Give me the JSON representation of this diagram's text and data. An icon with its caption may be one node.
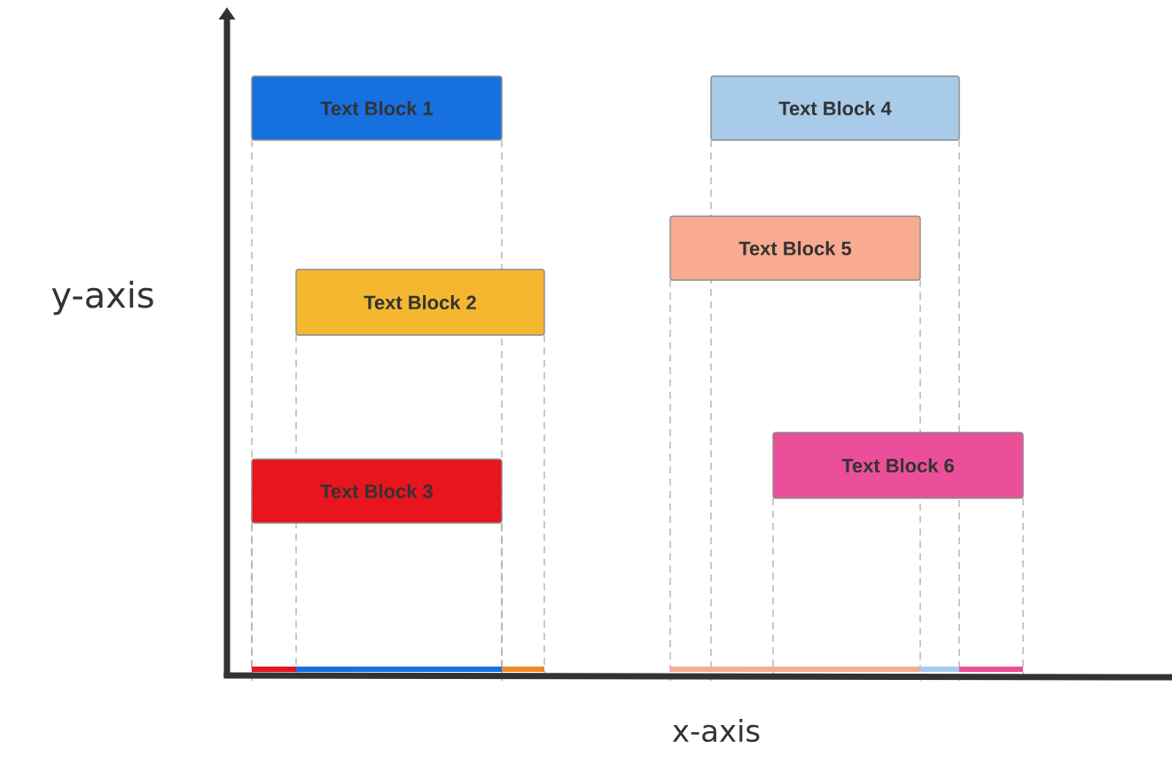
{
  "diagram": {
    "nodes": [
      {
        "text": [
          "Text Block 1"
        ]
      },
      {
        "text": [
          "Text Block 2"
        ]
      },
      {
        "text": [
          "Text Block 3"
        ]
      },
      {
        "text": [
          "Text Block 4"
        ]
      },
      {
        "text": [
          "Text Block 5"
        ]
      },
      {
        "text": [
          "Text Block 6"
        ]
      }
    ],
    "labels": [
      "y-axis",
      "x-axis"
    ]
  }
}
